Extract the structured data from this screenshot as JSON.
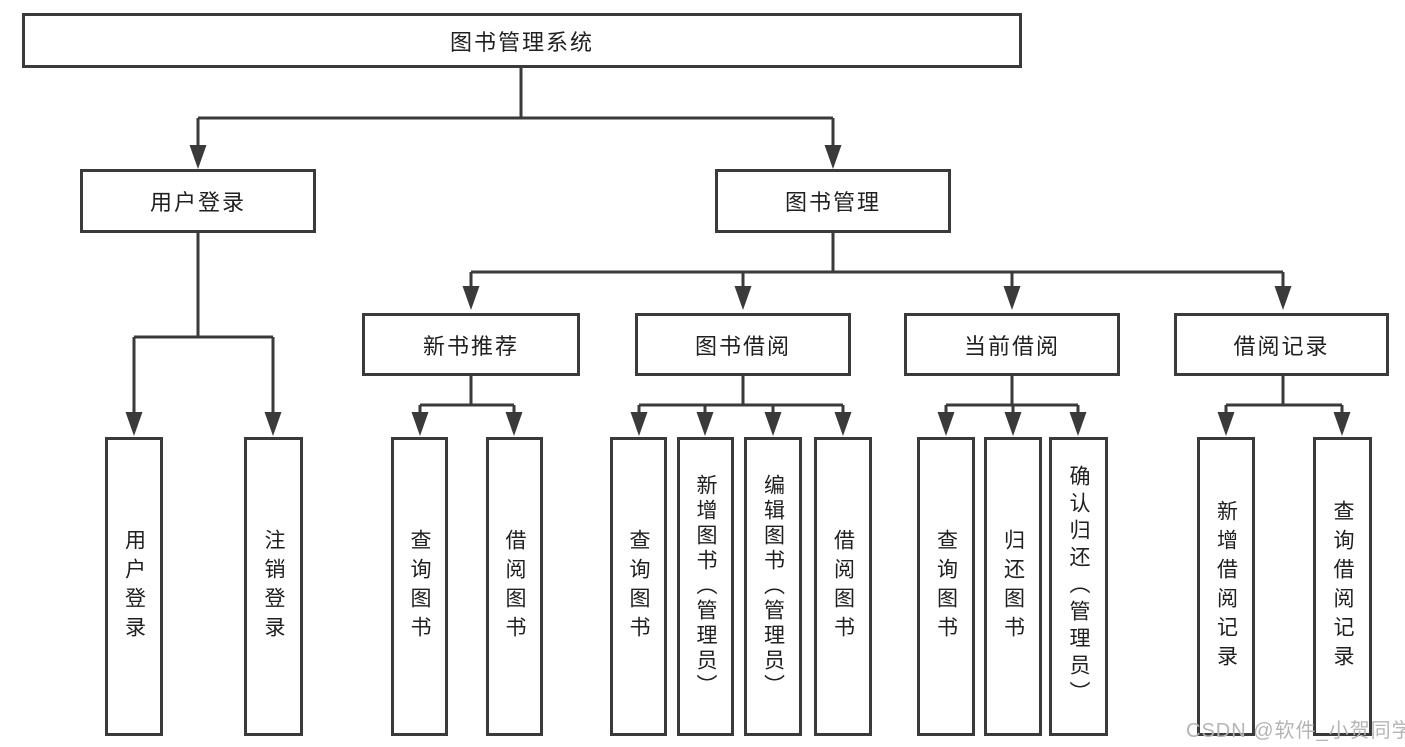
{
  "diagram": {
    "root": {
      "label": "图书管理系统"
    },
    "modules": [
      {
        "label": "用户登录",
        "children": [
          {
            "label": "用户登录"
          },
          {
            "label": "注销登录"
          }
        ]
      },
      {
        "label": "图书管理",
        "children": [
          {
            "label": "新书推荐",
            "children": [
              {
                "label": "查询图书"
              },
              {
                "label": "借阅图书"
              }
            ]
          },
          {
            "label": "图书借阅",
            "children": [
              {
                "label": "查询图书"
              },
              {
                "label": "新增图书（管理员）"
              },
              {
                "label": "编辑图书（管理员）"
              },
              {
                "label": "借阅图书"
              }
            ]
          },
          {
            "label": "当前借阅",
            "children": [
              {
                "label": "查询图书"
              },
              {
                "label": "归还图书"
              },
              {
                "label": "确认归还（管理员）"
              }
            ]
          },
          {
            "label": "借阅记录",
            "children": [
              {
                "label": "新增借阅记录"
              },
              {
                "label": "查询借阅记录"
              }
            ]
          }
        ]
      }
    ]
  },
  "watermark": {
    "text": "CSDN @软件_小贺同学"
  },
  "colors": {
    "line": "#3a3a3a",
    "box_border": "#3a3a3a",
    "text": "#202020",
    "watermark": "#b5b5b5",
    "background": "#ffffff"
  }
}
